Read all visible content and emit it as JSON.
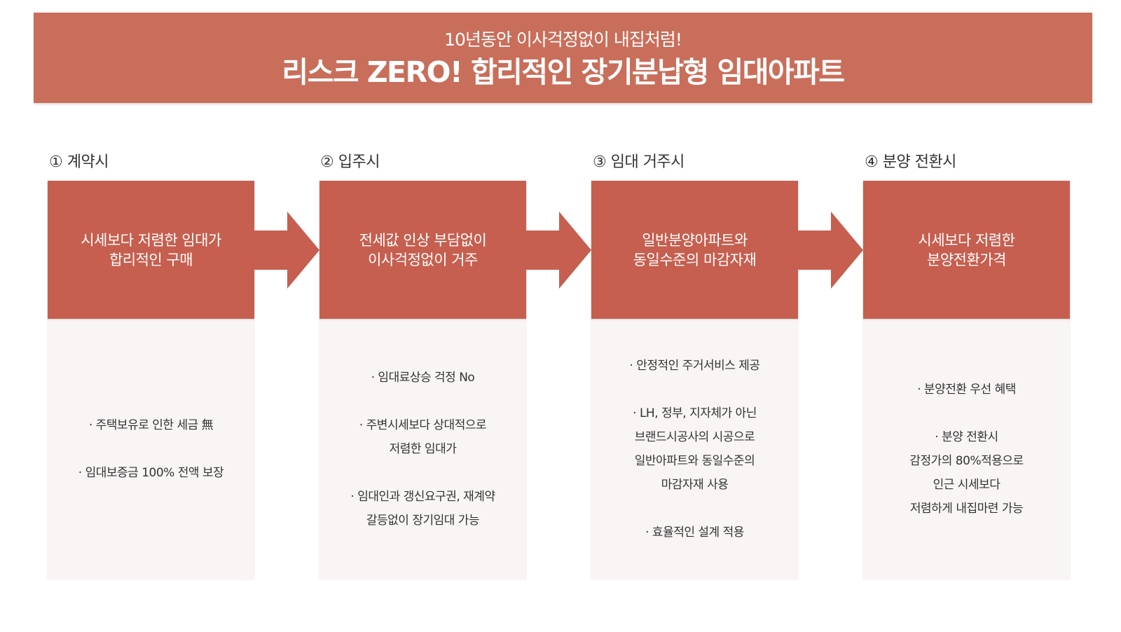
{
  "banner": {
    "subtitle": "10년동안 이사걱정없이 내집처럼!",
    "title": "리스크 ZERO! 합리적인 장기분납형 임대아파트"
  },
  "colors": {
    "banner": "#c96e5a",
    "card_head": "#c65f4f",
    "arrow": "#c65f4f",
    "card_body": "#f8f5f4"
  },
  "steps": [
    {
      "label": "① 계약시",
      "head": "시세보다 저렴한 임대가\n합리적인 구매",
      "body": "· 주택보유로 인한 세금 無\n\n· 임대보증금 100% 전액 보장"
    },
    {
      "label": "② 입주시",
      "head": "전세값 인상 부담없이\n이사걱정없이 거주",
      "body": "·  임대료상승 걱정 No\n\n· 주변시세보다 상대적으로\n저렴한 임대가\n\n· 임대인과 갱신요구권, 재계약\n갈등없이 장기임대 가능"
    },
    {
      "label": "③ 임대 거주시",
      "head": "일반분양아파트와\n동일수준의 마감자재",
      "body": "·  안정적인 주거서비스 제공\n\n· LH, 정부, 지자체가 아닌\n브랜드시공사의 시공으로\n일반아파트와 동일수준의\n마감자재 사용\n\n· 효율적인 설계 적용"
    },
    {
      "label": "④ 분양 전환시",
      "head": "시세보다 저렴한\n분양전환가격",
      "body": "·  분양전환 우선 혜택\n\n· 분양 전환시\n감정가의 80%적용으로\n인근 시세보다\n저렴하게 내집마련 가능"
    }
  ]
}
